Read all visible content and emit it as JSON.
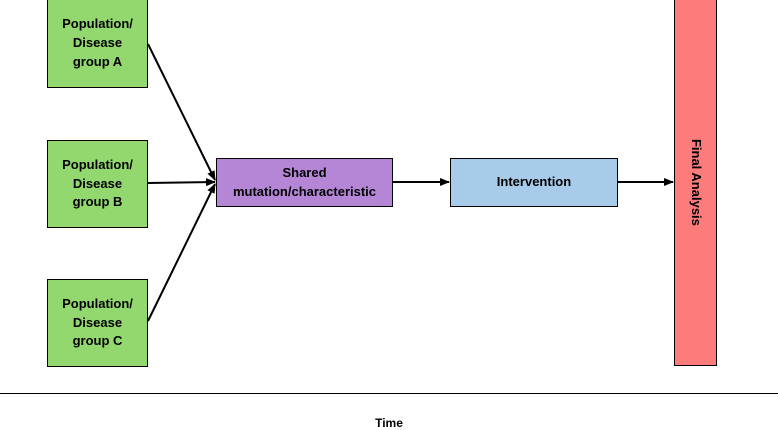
{
  "groups": {
    "a": {
      "line1": "Population/",
      "line2": "Disease",
      "line3": "group A",
      "color": "#93d76f"
    },
    "b": {
      "line1": "Population/",
      "line2": "Disease",
      "line3": "group B",
      "color": "#93d76f"
    },
    "c": {
      "line1": "Population/",
      "line2": "Disease",
      "line3": "group C",
      "color": "#93d76f"
    }
  },
  "shared": {
    "line1": "Shared",
    "line2": "mutation/characteristic",
    "color": "#b585d6"
  },
  "intervention": {
    "label": "Intervention",
    "color": "#a9cbea"
  },
  "final": {
    "label": "Final Analysis",
    "color": "#fd7b7b"
  },
  "axis": {
    "label": "Time"
  },
  "edges": [
    {
      "from": "Population/ Disease group A",
      "to": "Shared mutation/characteristic"
    },
    {
      "from": "Population/ Disease group B",
      "to": "Shared mutation/characteristic"
    },
    {
      "from": "Population/ Disease group C",
      "to": "Shared mutation/characteristic"
    },
    {
      "from": "Shared mutation/characteristic",
      "to": "Intervention"
    },
    {
      "from": "Intervention",
      "to": "Final Analysis"
    }
  ]
}
